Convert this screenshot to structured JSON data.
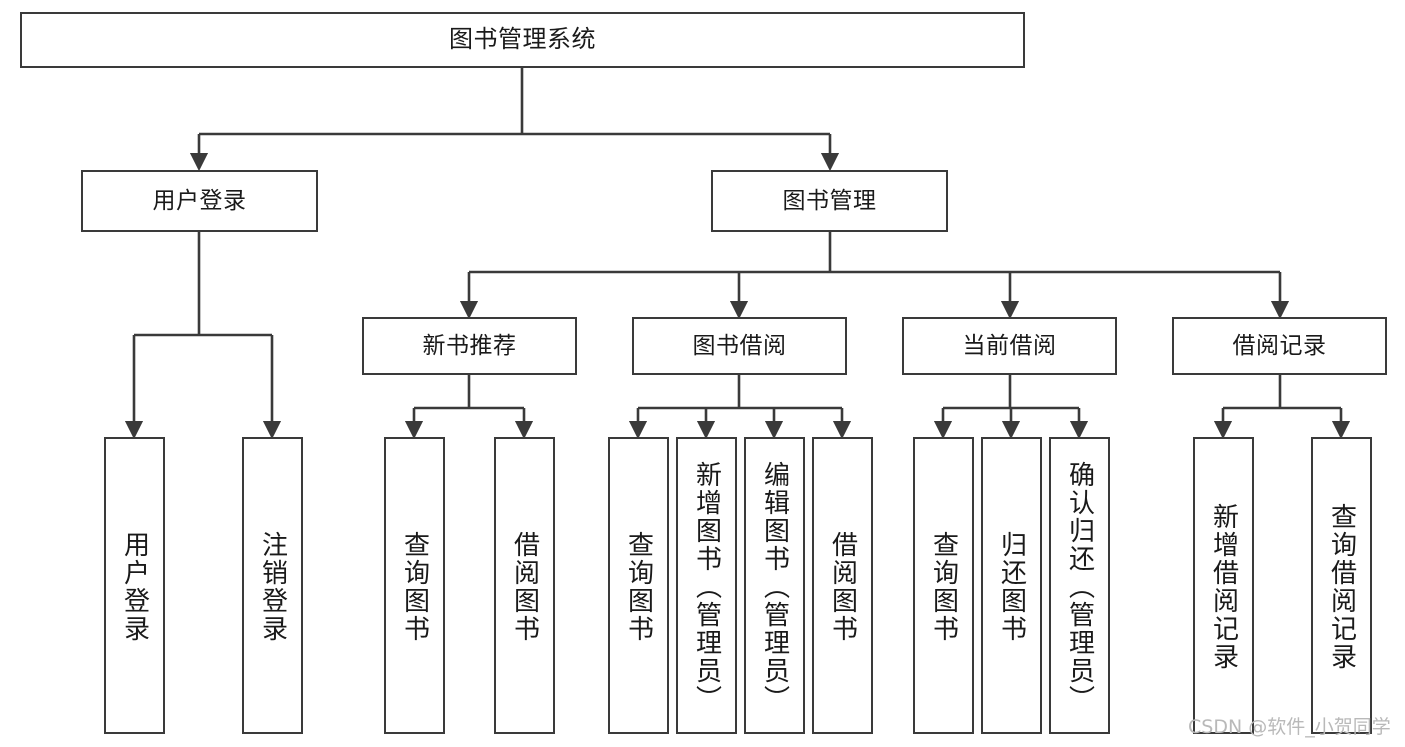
{
  "diagram": {
    "title": "图书管理系统",
    "type": "tree-hierarchy-diagram",
    "root": {
      "id": "root",
      "label": "图书管理系统"
    },
    "level2": [
      {
        "id": "user-login",
        "label": "用户登录"
      },
      {
        "id": "book-manage",
        "label": "图书管理"
      }
    ],
    "level3": [
      {
        "id": "new-book-rec",
        "label": "新书推荐"
      },
      {
        "id": "book-borrow",
        "label": "图书借阅"
      },
      {
        "id": "current-borrow",
        "label": "当前借阅"
      },
      {
        "id": "borrow-record",
        "label": "借阅记录"
      }
    ],
    "leaves": {
      "user_login": [
        {
          "id": "leaf-user-login",
          "label": "用户登录"
        },
        {
          "id": "leaf-logout-login",
          "label": "注销登录"
        }
      ],
      "new_book_rec": [
        {
          "id": "leaf-query-book-1",
          "label": "查询图书"
        },
        {
          "id": "leaf-borrow-book-1",
          "label": "借阅图书"
        }
      ],
      "book_borrow": [
        {
          "id": "leaf-query-book-2",
          "label": "查询图书"
        },
        {
          "id": "leaf-add-book",
          "label": "新增图书（管理员）"
        },
        {
          "id": "leaf-edit-book",
          "label": "编辑图书（管理员）"
        },
        {
          "id": "leaf-borrow-book-2",
          "label": "借阅图书"
        }
      ],
      "current_borrow": [
        {
          "id": "leaf-query-book-3",
          "label": "查询图书"
        },
        {
          "id": "leaf-return-book",
          "label": "归还图书"
        },
        {
          "id": "leaf-confirm-return",
          "label": "确认归还（管理员）"
        }
      ],
      "borrow_record": [
        {
          "id": "leaf-add-record",
          "label": "新增借阅记录"
        },
        {
          "id": "leaf-query-record",
          "label": "查询借阅记录"
        }
      ]
    },
    "colors": {
      "stroke": "#3a3a3a",
      "fill": "#ffffff",
      "text": "#1a1a1a",
      "watermark": "#b9b9b9"
    }
  },
  "watermark": {
    "text": "CSDN @软件_小贺同学"
  }
}
